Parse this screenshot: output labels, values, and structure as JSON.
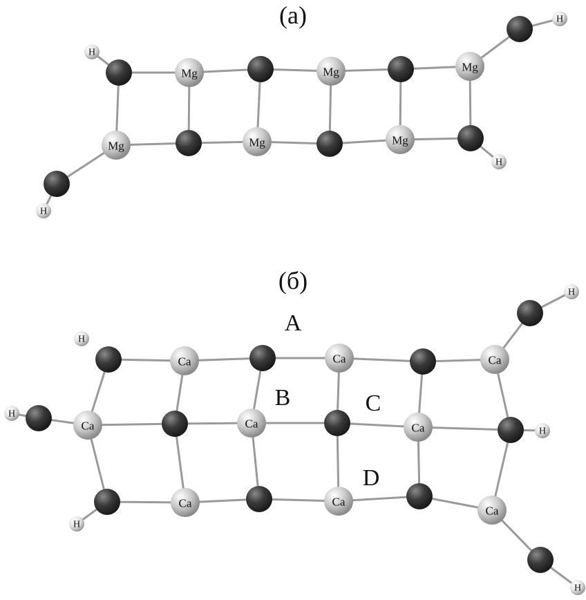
{
  "panel_a": {
    "label": "(a)",
    "metal": "Mg",
    "hydrogen": "H"
  },
  "panel_b": {
    "label": "(б)",
    "metal": "Ca",
    "hydrogen": "H",
    "site_labels": [
      "A",
      "B",
      "C",
      "D"
    ]
  },
  "colors": {
    "oxygen": "#3a3a3a",
    "metal": "#c8c8c8",
    "hydrogen": "#e4e4e4",
    "bond": "#9a9a9a"
  }
}
